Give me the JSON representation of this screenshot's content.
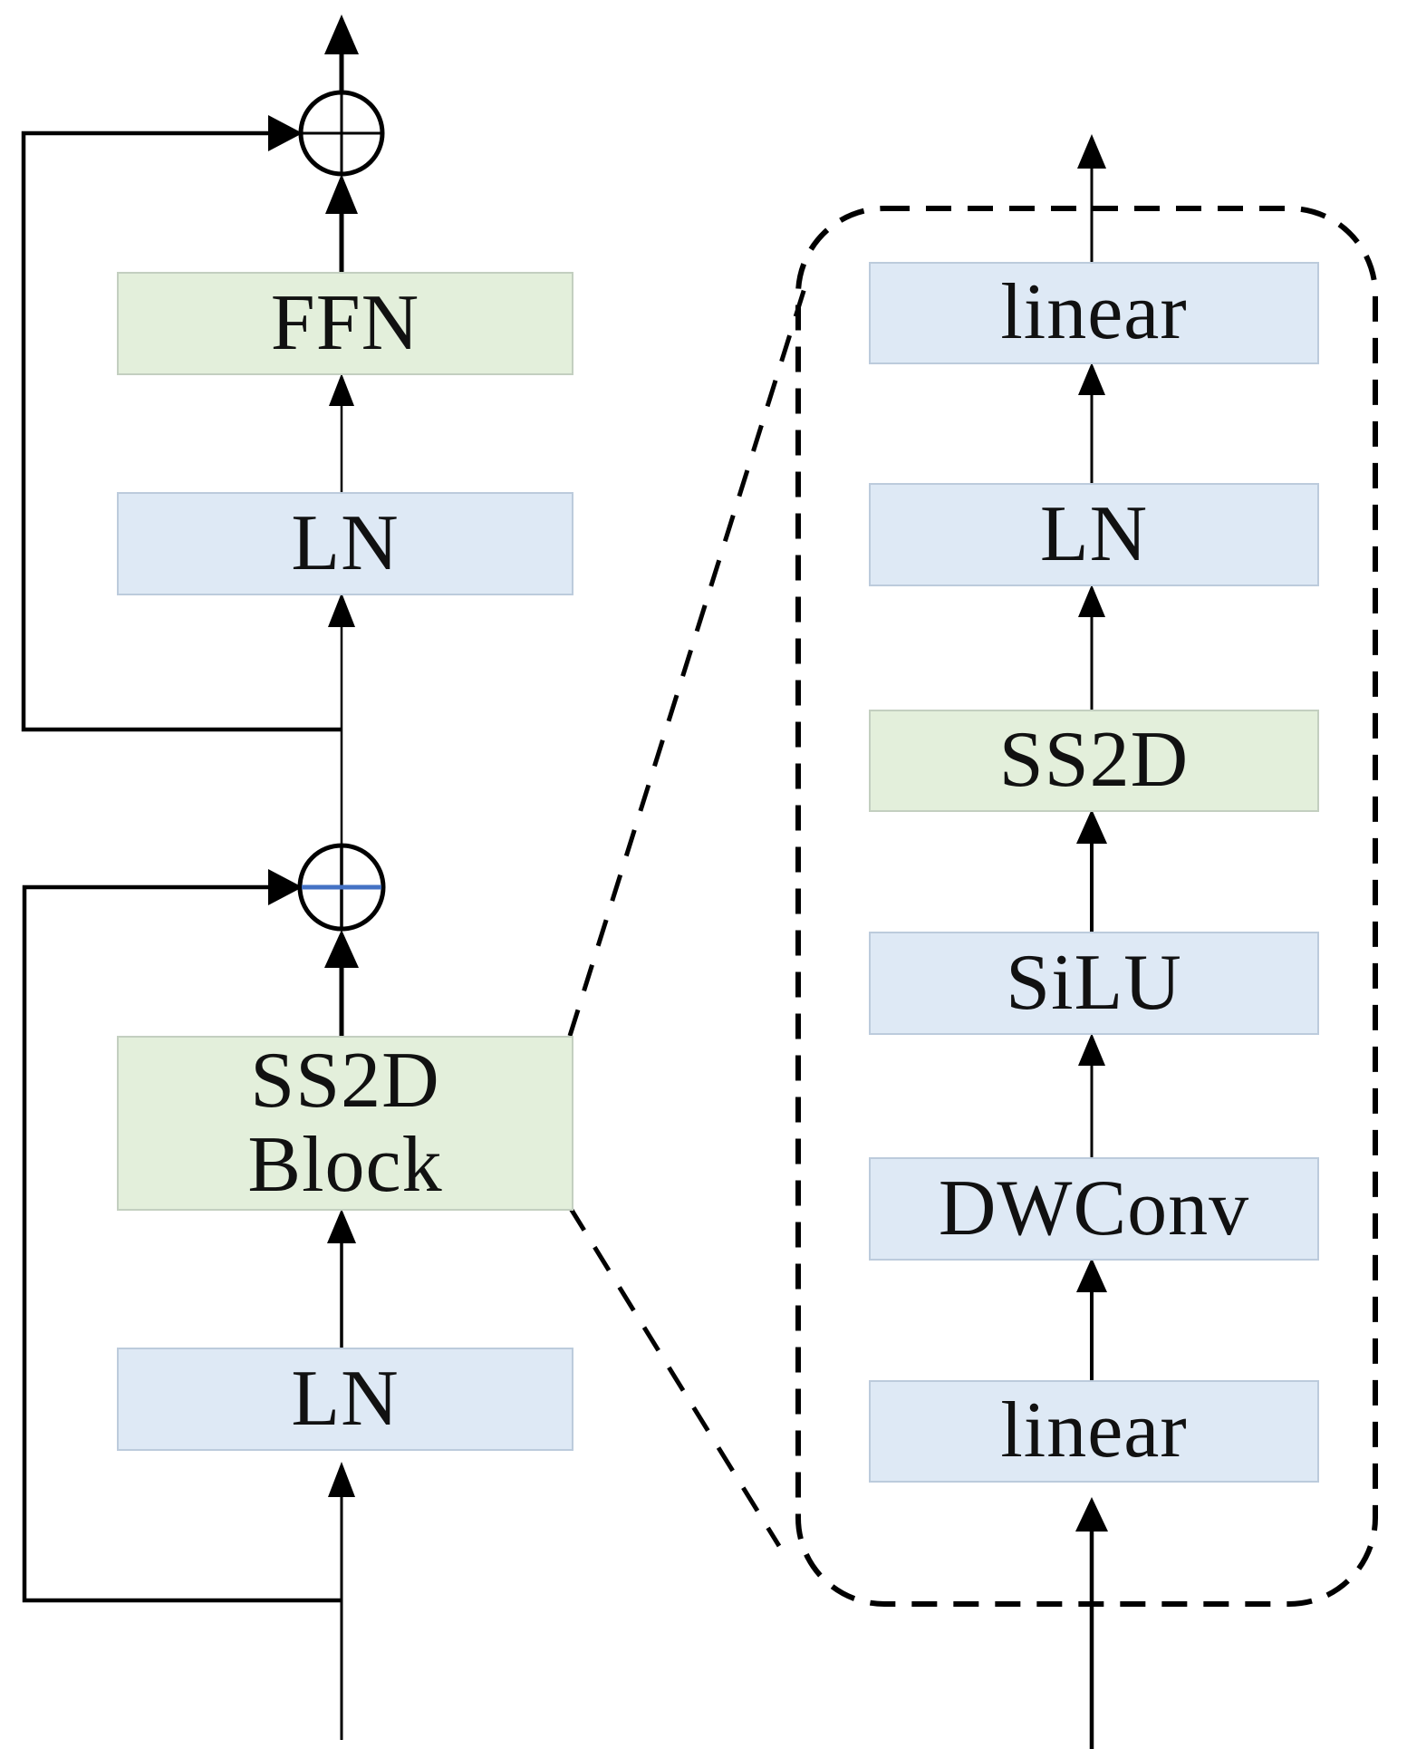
{
  "colors": {
    "green_fill": "#e3efdb",
    "blue_fill": "#dee9f5",
    "green_border": "#c3cfc0",
    "blue_border": "#bccbdc",
    "line": "#000000",
    "accent_blue_line": "#4472c4",
    "background": "#ffffff"
  },
  "left_diagram": {
    "ffn": "FFN",
    "ln_top": "LN",
    "ss2d_block_line1": "SS2D",
    "ss2d_block_line2": "Block",
    "ln_bottom": "LN"
  },
  "right_diagram": {
    "linear_top": "linear",
    "ln": "LN",
    "ss2d": "SS2D",
    "silu": "SiLU",
    "dwconv": "DWConv",
    "linear_bottom": "linear"
  }
}
